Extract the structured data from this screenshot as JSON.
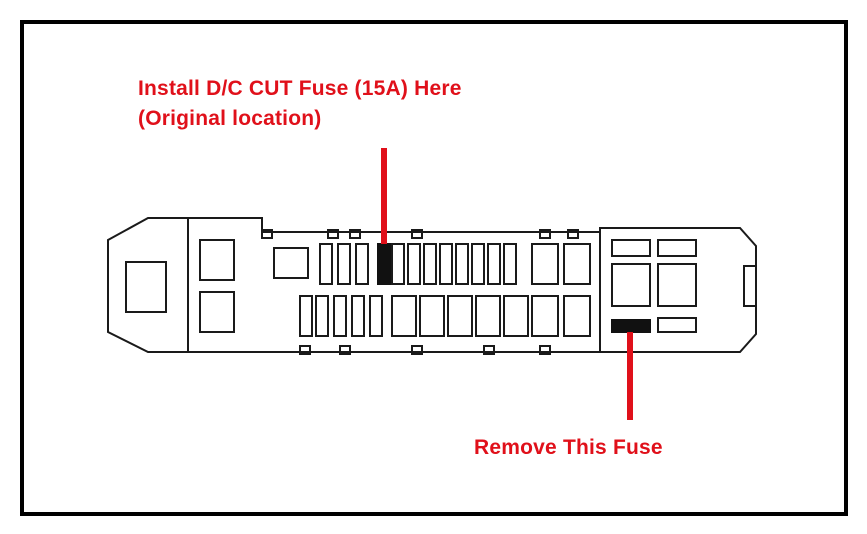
{
  "annotations": {
    "install_line1": "Install D/C CUT Fuse (15A) Here",
    "install_line2": "(Original location)",
    "remove": "Remove This Fuse"
  },
  "colors": {
    "annotation": "#e0101a",
    "outline": "#000000",
    "fuse_body": "#ffffff",
    "highlight_fuse": "#111111"
  },
  "icons": [
    "fuse-box-diagram",
    "pointer-line"
  ]
}
